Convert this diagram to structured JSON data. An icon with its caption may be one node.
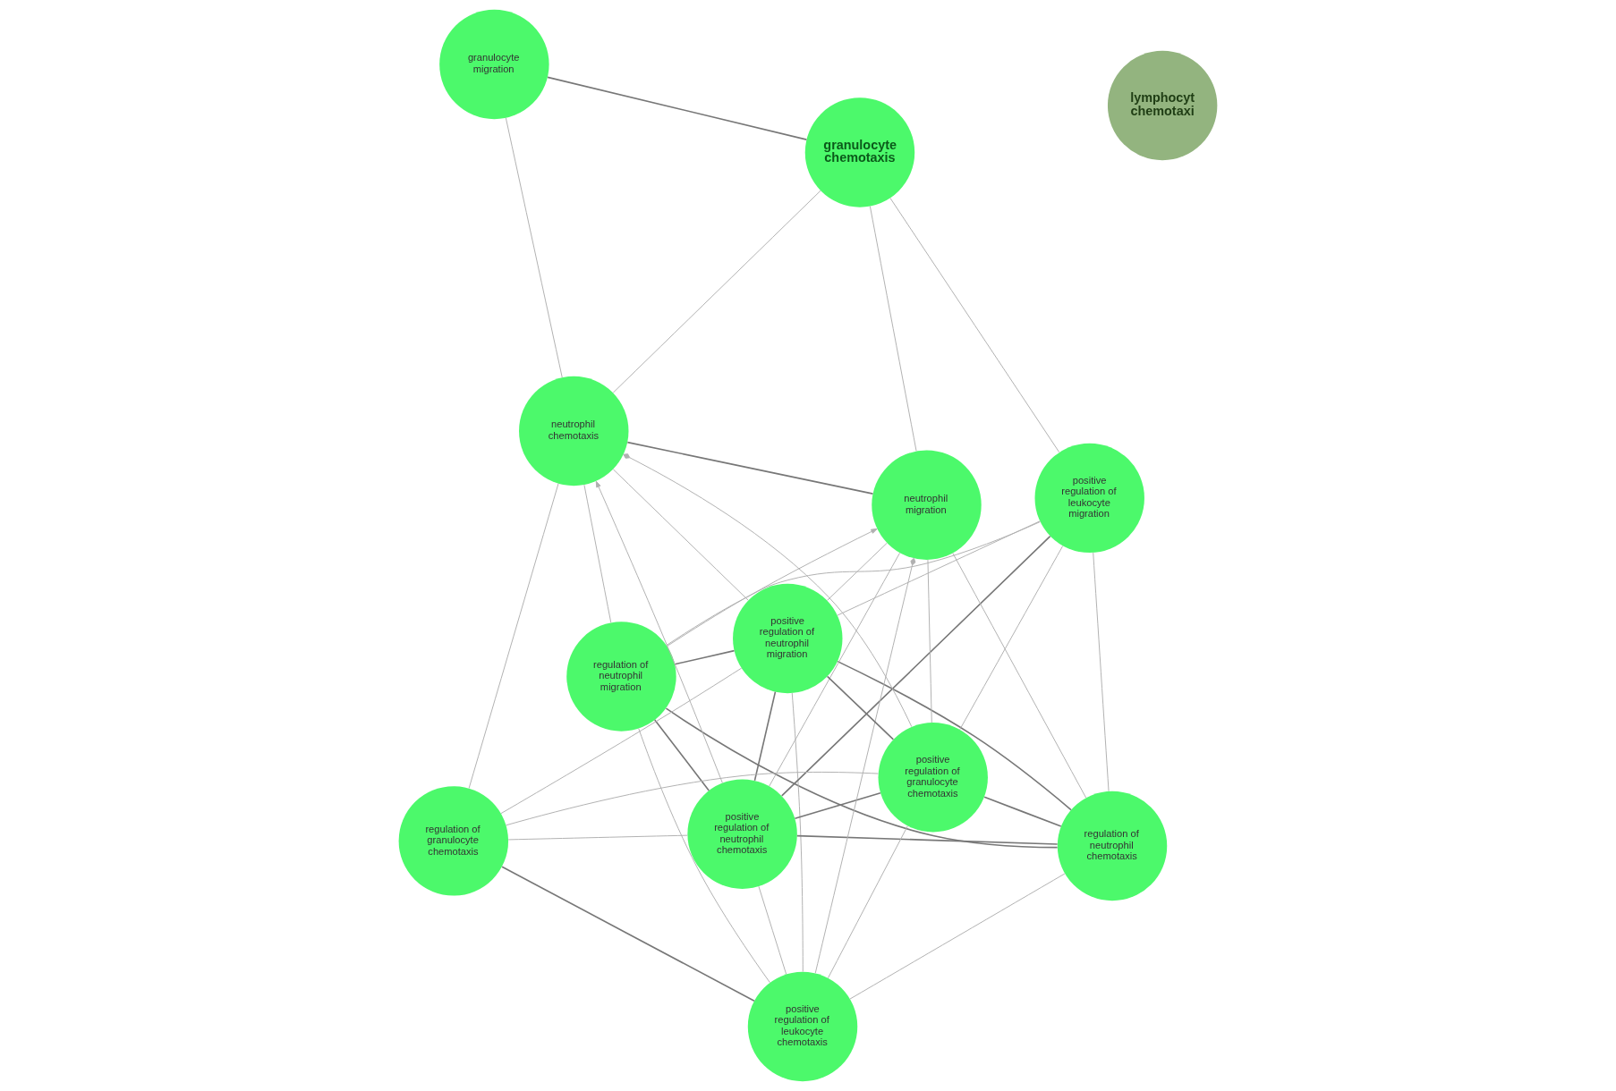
{
  "diagram": {
    "nodes": [
      {
        "text": [
          "regulation of neutrophil migration"
        ]
      },
      {
        "text": [
          "positive regulation of neutrophil migration"
        ]
      },
      {
        "text": [
          "lymphocyt chemotaxi"
        ]
      },
      {
        "text": [
          "positive regulation of neutrophil chemotaxis"
        ]
      },
      {
        "text": [
          "granulocyte migration"
        ]
      },
      {
        "text": [
          "positive regulation of leukocyte chemotaxis"
        ]
      },
      {
        "text": [
          "positive regulation of leukocyte migration"
        ]
      },
      {
        "text": [
          "regulation of granulocyte chemotaxis"
        ]
      },
      {
        "text": [
          "positive regulation of granulocyte chemotaxis"
        ]
      },
      {
        "text": [
          "neutrophil migration"
        ]
      },
      {
        "text": [
          "granulocyte chemotaxis"
        ]
      },
      {
        "text": [
          "regulation of neutrophil chemotaxis"
        ]
      },
      {
        "text": [
          "neutrophil chemotaxis"
        ]
      }
    ],
    "edges": [
      {
        "from": 0,
        "to": 3,
        "arrow": "none",
        "color": "#777777"
      },
      {
        "from": 0,
        "to": 1,
        "arrow": "none",
        "color": "#777777"
      },
      {
        "from": 3,
        "to": 1,
        "arrow": "none",
        "color": "#777777"
      },
      {
        "from": 3,
        "to": 6,
        "arrow": "none",
        "color": "#777777"
      },
      {
        "from": 0,
        "to": 11,
        "arrow": "none",
        "color": "#777777"
      },
      {
        "from": 3,
        "to": 8,
        "arrow": "none",
        "color": "#777777"
      },
      {
        "from": 3,
        "to": 11,
        "arrow": "none",
        "color": "#777777"
      },
      {
        "from": 4,
        "to": 10,
        "arrow": "none",
        "color": "#777777"
      },
      {
        "from": 8,
        "to": 1,
        "arrow": "none",
        "color": "#777777"
      },
      {
        "from": 7,
        "to": 5,
        "arrow": "none",
        "color": "#777777"
      },
      {
        "from": 1,
        "to": 11,
        "arrow": "none",
        "color": "#777777"
      },
      {
        "from": 8,
        "to": 11,
        "arrow": "none",
        "color": "#777777"
      },
      {
        "from": 12,
        "to": 9,
        "arrow": "none",
        "color": "#777777"
      },
      {
        "from": 0,
        "to": 5,
        "arrow": "none"
      },
      {
        "from": 0,
        "to": 6,
        "arrow": "none"
      },
      {
        "from": 0,
        "to": 9,
        "arrow": "to"
      },
      {
        "from": 0,
        "to": 12,
        "arrow": "none"
      },
      {
        "from": 1,
        "to": 5,
        "arrow": "none"
      },
      {
        "from": 1,
        "to": 6,
        "arrow": "none"
      },
      {
        "from": 1,
        "to": 12,
        "arrow": "none"
      },
      {
        "from": 1,
        "to": 7,
        "arrow": "none"
      },
      {
        "from": 1,
        "to": 9,
        "arrow": "none"
      },
      {
        "from": 3,
        "to": 7,
        "arrow": "none"
      },
      {
        "from": 3,
        "to": 12,
        "arrow": "to"
      },
      {
        "from": 3,
        "to": 9,
        "arrow": "none"
      },
      {
        "from": 3,
        "to": 5,
        "arrow": "none"
      },
      {
        "from": 8,
        "to": 5,
        "arrow": "none"
      },
      {
        "from": 8,
        "to": 7,
        "arrow": "none"
      },
      {
        "from": 8,
        "to": 6,
        "arrow": "none"
      },
      {
        "from": 8,
        "to": 9,
        "arrow": "none"
      },
      {
        "from": 8,
        "to": 12,
        "arrow": "other"
      },
      {
        "from": 10,
        "to": 6,
        "arrow": "none"
      },
      {
        "from": 10,
        "to": 9,
        "arrow": "none"
      },
      {
        "from": 10,
        "to": 12,
        "arrow": "none"
      },
      {
        "from": 11,
        "to": 6,
        "arrow": "none"
      },
      {
        "from": 11,
        "to": 9,
        "arrow": "none"
      },
      {
        "from": 11,
        "to": 5,
        "arrow": "none"
      },
      {
        "from": 7,
        "to": 12,
        "arrow": "none"
      },
      {
        "from": 5,
        "to": 9,
        "arrow": "other"
      },
      {
        "from": 4,
        "to": 12,
        "arrow": "none"
      }
    ]
  }
}
